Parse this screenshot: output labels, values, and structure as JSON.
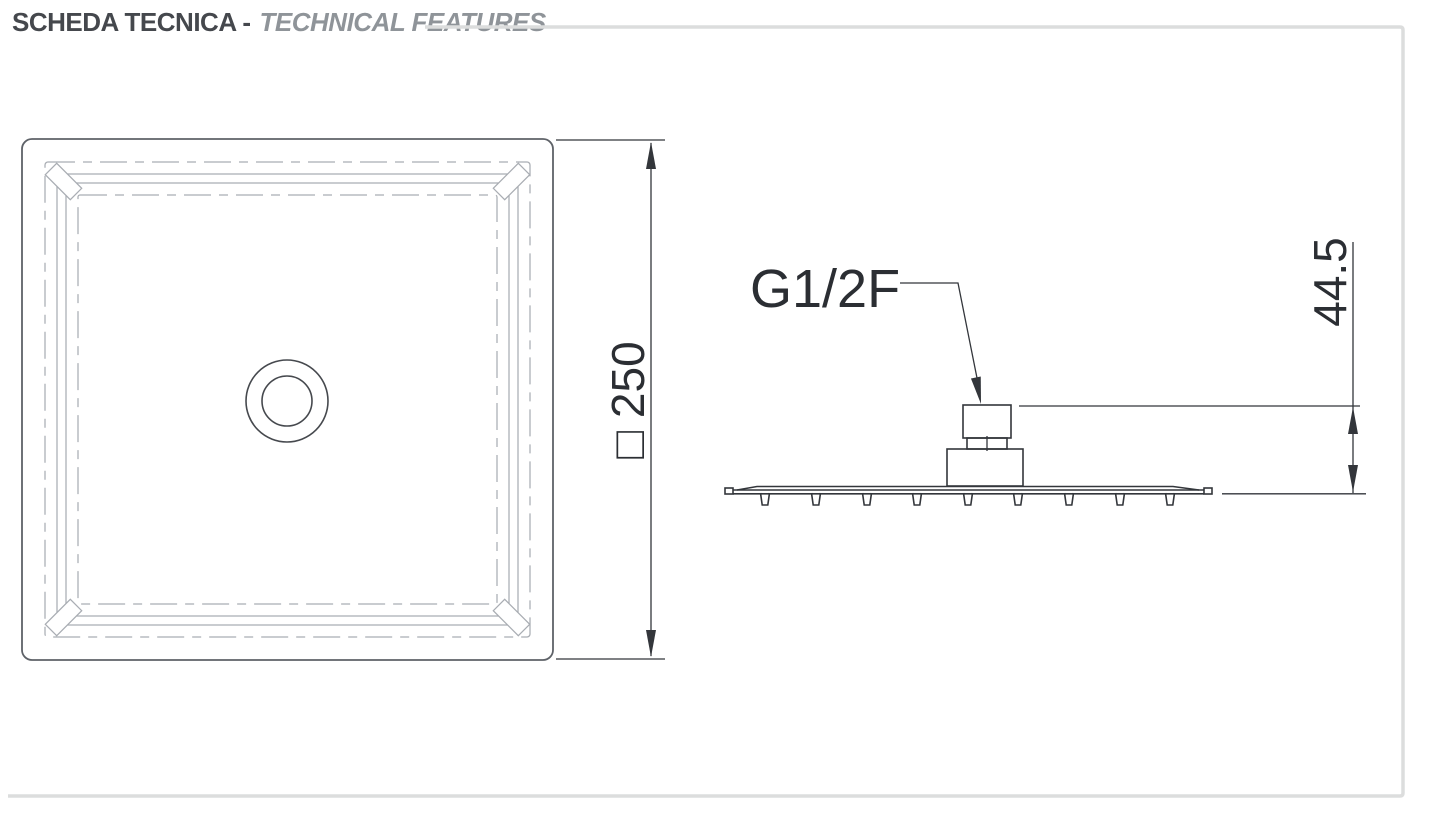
{
  "header": {
    "title_primary": "SCHEDA TECNICA -",
    "title_secondary": "TECHNICAL FEATURES"
  },
  "drawings": {
    "top_view": {
      "dimension_label": "□ 250"
    },
    "side_view": {
      "connection_label": "G1/2F",
      "height_label": "44.5"
    }
  },
  "colors": {
    "panel_border": "#dcdddd",
    "title_primary": "#45484d",
    "title_secondary": "#8f9499",
    "line_light": "#a9adb3",
    "line_outer": "#5e6268",
    "line_dark": "#33363b",
    "text_dark": "#2b2e33",
    "bg": "#ffffff"
  }
}
